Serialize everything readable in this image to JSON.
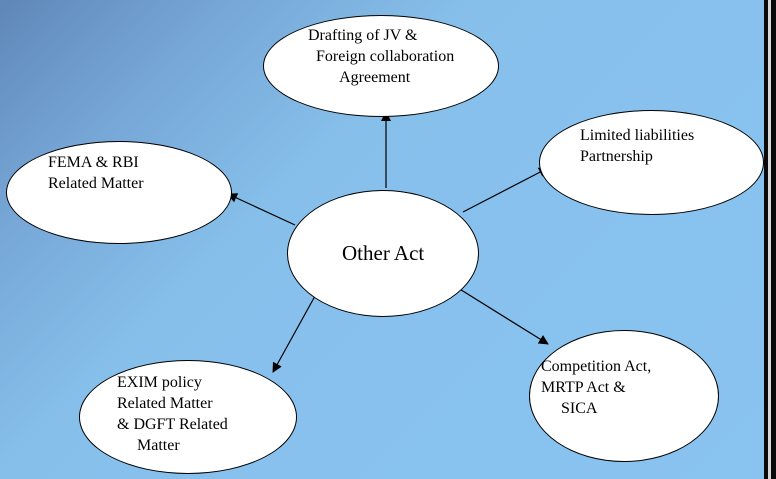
{
  "diagram": {
    "center": {
      "label": "Other Act"
    },
    "nodes": [
      {
        "id": "drafting",
        "label": "Drafting of JV &\n  Foreign collaboration\n        Agreement"
      },
      {
        "id": "llp",
        "label": "Limited liabilities\nPartnership"
      },
      {
        "id": "fema",
        "label": "FEMA & RBI\nRelated Matter"
      },
      {
        "id": "exim",
        "label": "EXIM policy\nRelated Matter\n& DGFT Related\n     Matter"
      },
      {
        "id": "competition",
        "label": "Competition Act,\nMRTP Act &\n     SICA"
      }
    ],
    "colors": {
      "node_fill": "#ffffff",
      "stroke": "#000000"
    }
  }
}
